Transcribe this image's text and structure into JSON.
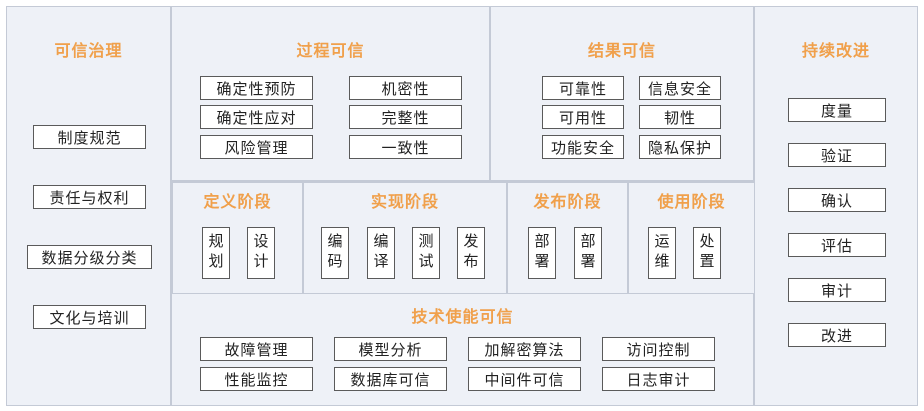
{
  "governance": {
    "title": "可信治理",
    "items": [
      "制度规范",
      "责任与权利",
      "数据分级分类",
      "文化与培训"
    ]
  },
  "process": {
    "title": "过程可信",
    "items": [
      "确定性预防",
      "机密性",
      "确定性应对",
      "完整性",
      "风险管理",
      "一致性"
    ]
  },
  "result": {
    "title": "结果可信",
    "items": [
      "可靠性",
      "信息安全",
      "可用性",
      "韧性",
      "功能安全",
      "隐私保护"
    ]
  },
  "continuous": {
    "title": "持续改进",
    "items": [
      "度量",
      "验证",
      "确认",
      "评估",
      "审计",
      "改进"
    ]
  },
  "stages": [
    {
      "title": "定义阶段",
      "items": [
        "规划",
        "设计"
      ]
    },
    {
      "title": "实现阶段",
      "items": [
        "编码",
        "编译",
        "测试",
        "发布"
      ]
    },
    {
      "title": "发布阶段",
      "items": [
        "部署",
        "部署"
      ]
    },
    {
      "title": "使用阶段",
      "items": [
        "运维",
        "处置"
      ]
    }
  ],
  "tech": {
    "title": "技术使能可信",
    "items": [
      "故障管理",
      "模型分析",
      "加解密算法",
      "访问控制",
      "性能监控",
      "数据库可信",
      "中间件可信",
      "日志审计"
    ]
  }
}
